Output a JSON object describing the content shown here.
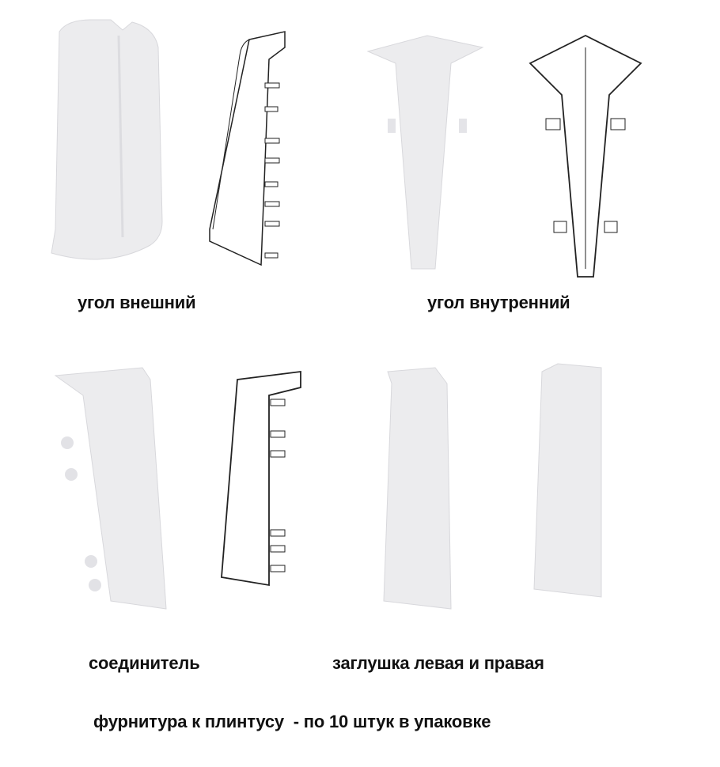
{
  "items": [
    {
      "id": "outer-corner",
      "label": "угол внешний"
    },
    {
      "id": "inner-corner",
      "label": "угол внутренний"
    },
    {
      "id": "connector",
      "label": "соединитель"
    },
    {
      "id": "end-cap",
      "label": "заглушка левая и правая"
    }
  ],
  "footer": {
    "text": "фурнитура к плинтусу  - по 10 штук в упаковке"
  },
  "colors": {
    "part_fill": "#ececee",
    "line": "#222222",
    "text": "#111111"
  }
}
